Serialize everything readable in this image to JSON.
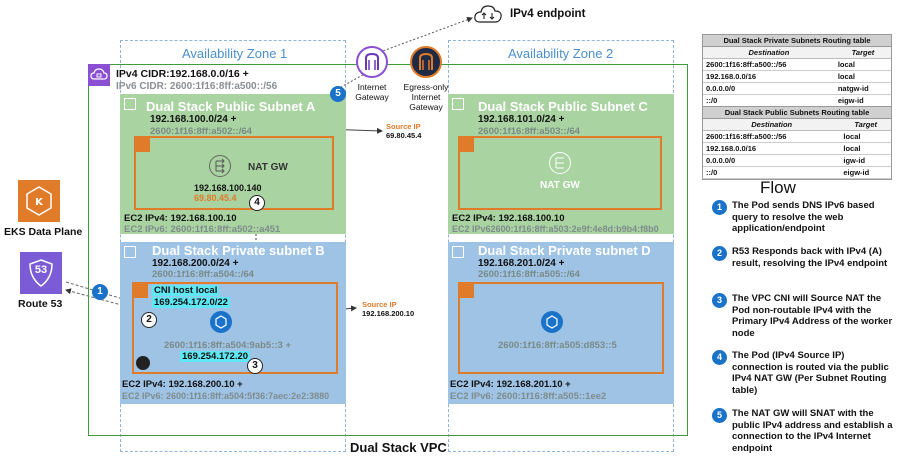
{
  "endpoint": {
    "label": "IPv4 endpoint"
  },
  "zones": {
    "az1": "Availability Zone 1",
    "az2": "Availability Zone 2"
  },
  "vpc": {
    "cidr4": "IPv4 CIDR:192.168.0.0/16 +",
    "cidr6": "IPv6 CIDR: 2600:1f16:8ff:a500::/56",
    "footer": "Dual Stack VPC"
  },
  "gateways": {
    "igw": "Internet Gateway",
    "eigw": "Egress-only Internet Gateway"
  },
  "subnetA": {
    "title": "Dual Stack Public Subnet A",
    "cidr4": "192.168.100.0/24 +",
    "cidr6": "2600:1f16:8ff:a502::/64",
    "nat": "NAT GW",
    "nat_ip": "192.168.100.140",
    "nat_pub": "69.80.45.4",
    "ec2v4": "EC2 IPv4: 192.168.100.10",
    "ec2v6": "EC2 IPv6: 2600:1f16:8ff:a502::a451"
  },
  "subnetC": {
    "title": "Dual Stack Public Subnet C",
    "cidr4": "192.168.101.0/24 +",
    "cidr6": "2600:1f16:8ff:a503::/64",
    "nat": "NAT GW",
    "ec2v4": "EC2 IPv4: 192.168.100.10",
    "ec2v6": "EC2 IPv62600:1f16:8ff:a503:2e9f:4e8d:b9b4:f8b0"
  },
  "subnetB": {
    "title": "Dual Stack Private subnet B",
    "cidr4": "192.168.200.0/24 +",
    "cidr6": "2600:1f16:8ff:a504::/64",
    "cni": "CNI host local",
    "cni_range": "169.254.172.0/22",
    "pod_v6": "2600:1f16:8ff:a504:9ab5::3 +",
    "pod_v4": "169.254.172.20",
    "ec2v4": "EC2 IPv4: 192.168.200.10 +",
    "ec2v6": "EC2 IPv6: 2600:1f16:8ff:a504:5f36:7aec:2e2:3880"
  },
  "subnetD": {
    "title": "Dual Stack Private subnet D",
    "cidr4": "192.168.201.0/24 +",
    "cidr6": "2600:1f16:8ff:a505::/64",
    "pod_v6": "2600:1f16:8ff:a505:d853::5",
    "ec2v4": "EC2 IPv4: 192.168.201.10 +",
    "ec2v6": "EC2 IPv6: 2600:1f16:8ff:a505::1ee2"
  },
  "source_ips": {
    "public": {
      "label": "Source IP",
      "ip": "69.80.45.4"
    },
    "private": {
      "label": "Source IP",
      "ip": "192.168.200.10"
    }
  },
  "sidebar": {
    "eks": "EKS Data Plane",
    "route53": "Route 53",
    "r53_badge": "53"
  },
  "steps": [
    "1",
    "2",
    "3",
    "4",
    "5"
  ],
  "rt_private": {
    "title": "Dual Stack Private Subnets Routing table",
    "headers": [
      "Destination",
      "Target"
    ],
    "rows": [
      [
        "2600:1f16:8ff:a500::/56",
        "local"
      ],
      [
        "192.168.0.0/16",
        "local"
      ],
      [
        "0.0.0.0/0",
        "natgw-id"
      ],
      [
        "::/0",
        "eigw-id"
      ]
    ]
  },
  "rt_public": {
    "title": "Dual Stack Public Subnets Routing table",
    "headers": [
      "Destination",
      "Target"
    ],
    "rows": [
      [
        "2600:1f16:8ff:a500::/56",
        "local"
      ],
      [
        "192.168.0.0/16",
        "local"
      ],
      [
        "0.0.0.0/0",
        "igw-id"
      ],
      [
        "::/0",
        "eigw-id"
      ]
    ]
  },
  "flow": {
    "title": "Flow",
    "items": [
      {
        "num": "1",
        "text": "The Pod sends DNS IPv6 based query to resolve the web application/endpoint"
      },
      {
        "num": "2",
        "text": "R53 Responds back with IPv4 (A) result, resolving the IPv4 endpoint"
      },
      {
        "num": "3",
        "text": "The VPC CNI will Source NAT the Pod non-routable IPv4 with the Primary IPv4 Address of the worker node"
      },
      {
        "num": "4",
        "text": "The Pod (IPv4 Source IP) connection is routed via the public IPv4 NAT GW (Per Subnet Routing table)"
      },
      {
        "num": "5",
        "text": "The NAT GW will SNAT with the public IPv4 address and establish a connection to the IPv4 Internet endpoint"
      }
    ]
  },
  "colors": {
    "public_subnet": "#a9d3a1",
    "private_subnet": "#9ec3e5",
    "instance_border": "#e07b2a",
    "vpc_border": "#3f9a3a",
    "step_badge": "#1a73c9",
    "cni_highlight": "#5fe8f4"
  }
}
